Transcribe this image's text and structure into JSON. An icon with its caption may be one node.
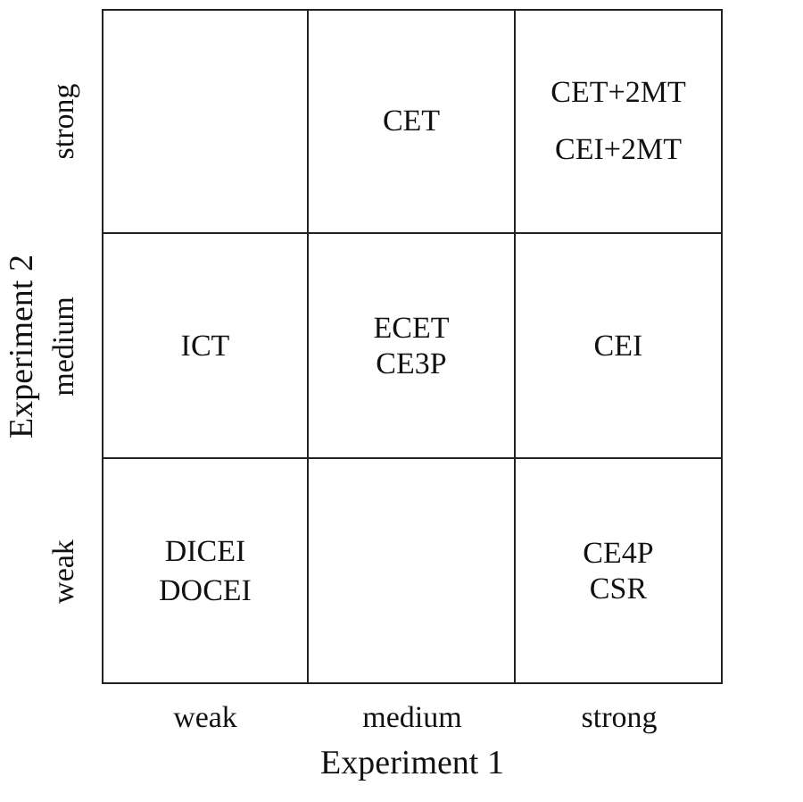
{
  "diagram": {
    "nodes": [
      {
        "text": [],
        "shape": "box"
      },
      {
        "text": [
          "CET"
        ]
      },
      {
        "text": [
          "CET+2MT",
          "CEI+2MT"
        ]
      },
      {
        "text": [
          "ICT"
        ]
      },
      {
        "text": [
          "ECET",
          "CE3P"
        ]
      },
      {
        "text": [
          "CEI"
        ]
      },
      {
        "text": [
          "DICEI",
          "DOCEI"
        ]
      },
      {
        "text": [],
        "shape": "box"
      },
      {
        "text": [
          "CE4P",
          "CSR"
        ]
      }
    ],
    "edges": [],
    "labels": [
      "strong",
      "medium",
      "weak",
      "Experiment 2",
      "weak",
      "medium",
      "strong",
      "Experiment 1"
    ]
  }
}
